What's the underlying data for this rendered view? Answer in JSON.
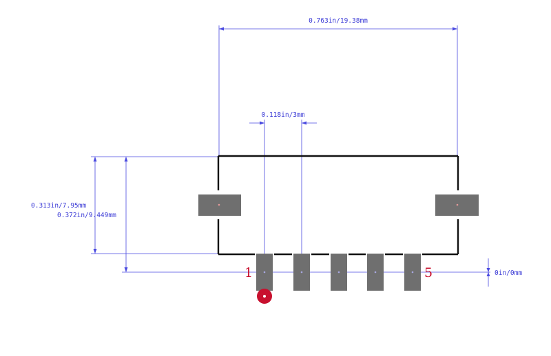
{
  "dimensions": {
    "overall_width": "0.763in/19.38mm",
    "pin_pitch": "0.118in/3mm",
    "body_height": "0.313in/7.95mm",
    "total_height": "0.372in/9.449mm",
    "origin_offset": "0in/0mm"
  },
  "pins": {
    "first_label": "1",
    "last_label": "5"
  },
  "colors": {
    "dimension": "#4a4ae0",
    "pin_label": "#c8102e",
    "pad": "#6f6f6f",
    "outline": "#111111",
    "pin1_marker": "#c8102e"
  }
}
